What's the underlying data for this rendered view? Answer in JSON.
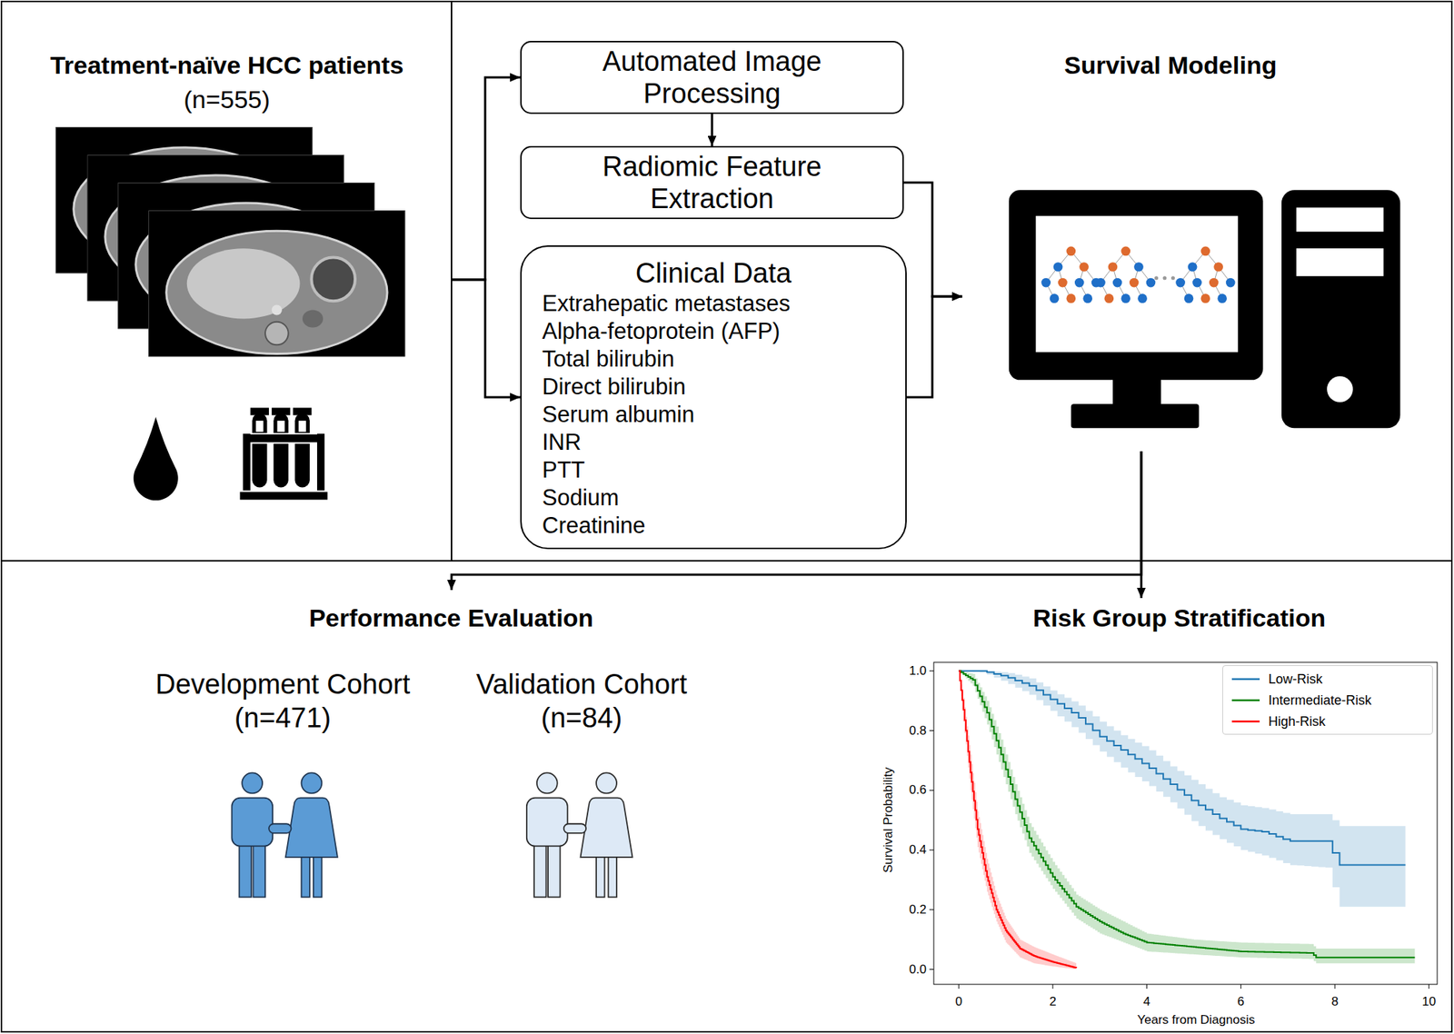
{
  "diagram": {
    "nodes": [
      {
        "text": [
          "Treatment-naïve HCC patients",
          "(n=555)"
        ]
      },
      {
        "text": [
          "Automated Image Processing"
        ]
      },
      {
        "text": [
          "Radiomic Feature Extraction"
        ]
      },
      {
        "text": [
          "Clinical Data",
          "Extrahepatic metastases",
          "Alpha-fetoprotein (AFP)",
          "Total bilirubin",
          "Direct bilirubin",
          "Serum albumin",
          "INR",
          "PTT",
          "Sodium",
          "Creatinine"
        ]
      },
      {
        "text": [
          "Survival Modeling"
        ]
      },
      {
        "text": [
          "Performance Evaluation"
        ]
      },
      {
        "text": [
          "Development Cohort",
          "(n=471)"
        ],
        "in": 5
      },
      {
        "text": [
          "Validation Cohort",
          "(n=84)"
        ],
        "in": 5
      },
      {
        "text": [
          "Risk Group Stratification"
        ]
      }
    ],
    "edges": [
      {
        "from": 0,
        "to": 1,
        "arrow": "to"
      },
      {
        "from": 0,
        "to": 3,
        "arrow": "to"
      },
      {
        "from": 1,
        "to": 2,
        "arrow": "to"
      },
      {
        "from": 2,
        "to": 4,
        "arrow": "to"
      },
      {
        "from": 3,
        "to": 4,
        "arrow": "to"
      },
      {
        "from": 4,
        "to": 5,
        "arrow": "to"
      },
      {
        "from": 4,
        "to": 8,
        "arrow": "to"
      }
    ],
    "labels": [
      "Survival Probability",
      "1.0",
      "0.8",
      "0.6",
      "0.4",
      "0.2",
      "0.0",
      "0",
      "2",
      "4",
      "6",
      "8",
      "10",
      "Years from Diagnosis"
    ],
    "legend": [
      {
        "text": "Low-Risk"
      },
      {
        "text": "Intermediate-Risk"
      },
      {
        "text": "High-Risk"
      }
    ]
  }
}
